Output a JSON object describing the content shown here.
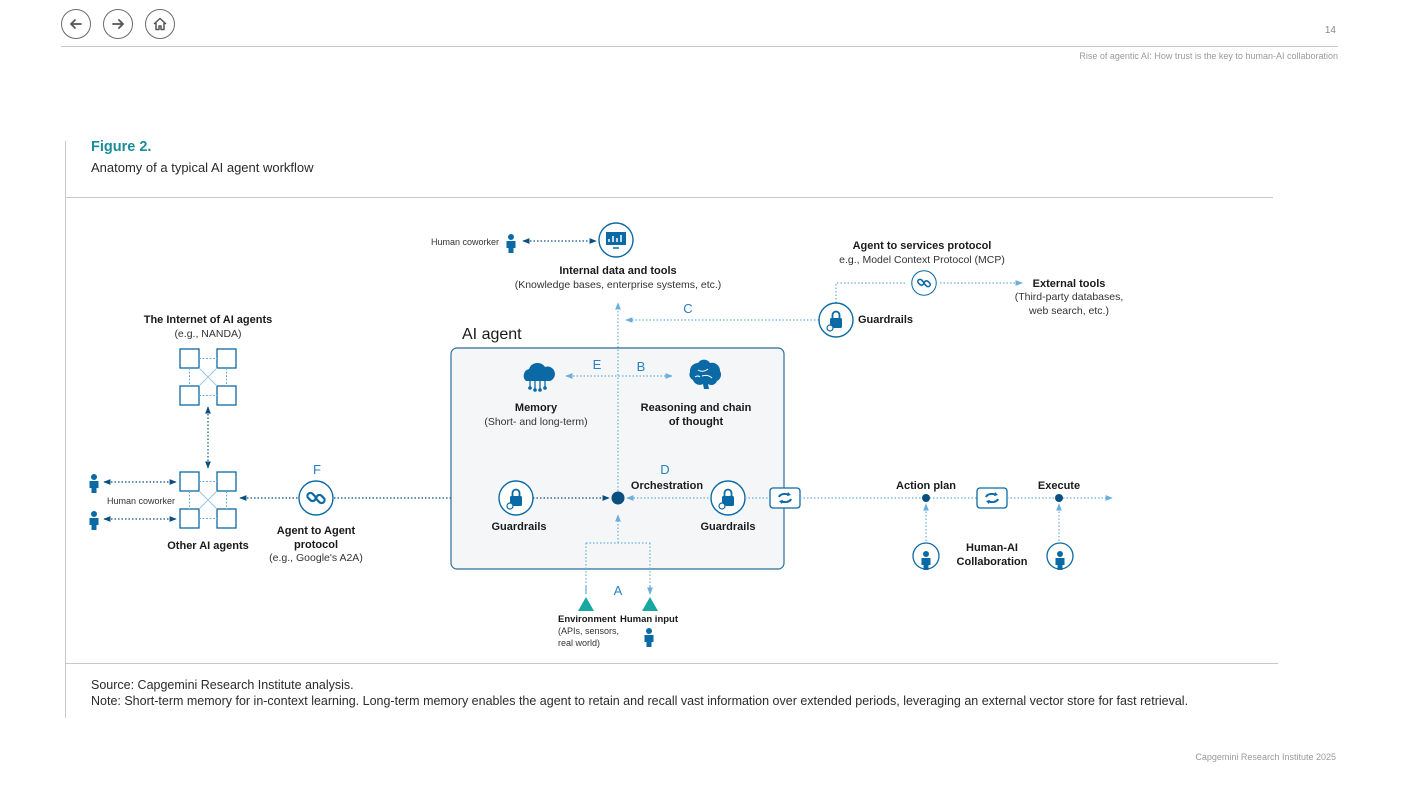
{
  "nav": {
    "back_icon": "arrow-left-icon",
    "forward_icon": "arrow-right-icon",
    "home_icon": "home-icon"
  },
  "header": {
    "page_number": "14",
    "report_title": "Rise of agentic AI: How trust is the key to human-AI collaboration"
  },
  "figure": {
    "label": "Figure 2.",
    "title": "Anatomy of a typical AI agent workflow"
  },
  "diagram": {
    "internet_title": "The Internet of AI agents",
    "internet_sub": "(e.g., NANDA)",
    "human_coworker": "Human coworker",
    "other_agents": "Other AI agents",
    "letter_f": "F",
    "a2a_title_1": "Agent to Agent",
    "a2a_title_2": "protocol",
    "a2a_sub": "(e.g., Google's A2A)",
    "ai_agent_title": "AI agent",
    "letter_e": "E",
    "letter_b": "B",
    "letter_c": "C",
    "letter_d": "D",
    "letter_a": "A",
    "memory_title": "Memory",
    "memory_sub": "(Short- and long-term)",
    "reasoning_1": "Reasoning and chain",
    "reasoning_2": "of thought",
    "orchestration": "Orchestration",
    "guardrails": "Guardrails",
    "internal_title": "Internal data and tools",
    "internal_sub": "(Knowledge bases, enterprise systems, etc.)",
    "mcp_title": "Agent to services protocol",
    "mcp_sub": "e.g., Model Context Protocol (MCP)",
    "external_title": "External tools",
    "external_sub_1": "(Third-party databases,",
    "external_sub_2": "web search, etc.)",
    "action_plan": "Action plan",
    "execute": "Execute",
    "collab_1": "Human-AI",
    "collab_2": "Collaboration",
    "environment_title": "Environment",
    "environment_sub_1": "(APIs, sensors,",
    "environment_sub_2": "real world)",
    "human_input": "Human input",
    "colors": {
      "primary": "#0b6aa5",
      "accent_arrow": "#6aaede",
      "teal": "#18a8a0",
      "panel_bg": "#f4f6f7",
      "panel_border": "#2c6e9c"
    }
  },
  "source": "Source: Capgemini Research Institute analysis.",
  "note": "Note: Short-term memory for in-context learning. Long-term memory enables the agent to retain and recall vast information over extended periods, leveraging an external vector store for fast retrieval.",
  "footer": "Capgemini Research Institute 2025"
}
